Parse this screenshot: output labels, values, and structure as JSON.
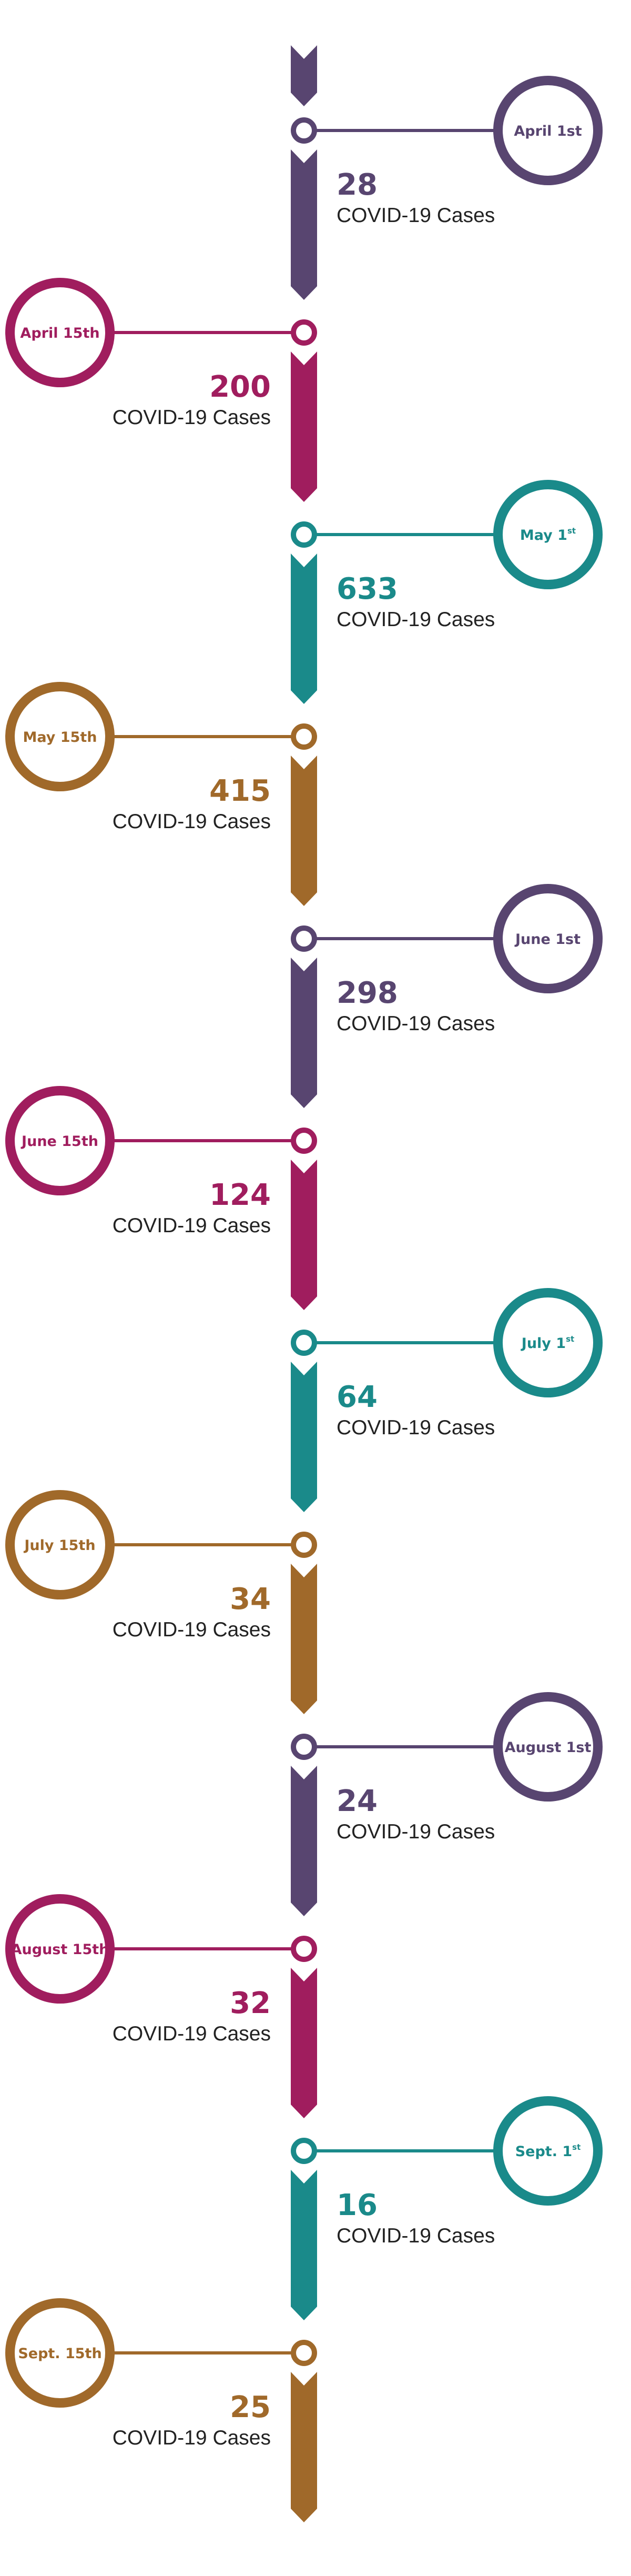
{
  "colors": {
    "purple": "#584570",
    "magenta": "#a01d5e",
    "teal": "#1a8a8a",
    "brown": "#a0692a"
  },
  "timeline": [
    {
      "date": "April 1st",
      "sup": "",
      "count": "28",
      "label": "COVID-19 Cases",
      "color": "purple"
    },
    {
      "date": "April 15th",
      "sup": "",
      "count": "200",
      "label": "COVID-19 Cases",
      "color": "magenta"
    },
    {
      "date": "May 1",
      "sup": "st",
      "count": "633",
      "label": "COVID-19 Cases",
      "color": "teal"
    },
    {
      "date": "May 15th",
      "sup": "",
      "count": "415",
      "label": "COVID-19 Cases",
      "color": "brown"
    },
    {
      "date": "June 1st",
      "sup": "",
      "count": "298",
      "label": "COVID-19 Cases",
      "color": "purple"
    },
    {
      "date": "June 15th",
      "sup": "",
      "count": "124",
      "label": "COVID-19 Cases",
      "color": "magenta"
    },
    {
      "date": "July 1",
      "sup": "st",
      "count": "64",
      "label": "COVID-19 Cases",
      "color": "teal"
    },
    {
      "date": "July 15th",
      "sup": "",
      "count": "34",
      "label": "COVID-19 Cases",
      "color": "brown"
    },
    {
      "date": "August 1st",
      "sup": "",
      "count": "24",
      "label": "COVID-19 Cases",
      "color": "purple"
    },
    {
      "date": "August 15th",
      "sup": "",
      "count": "32",
      "label": "COVID-19 Cases",
      "color": "magenta"
    },
    {
      "date": "Sept. 1",
      "sup": "st",
      "count": "16",
      "label": "COVID-19 Cases",
      "color": "teal"
    },
    {
      "date": "Sept. 15th",
      "sup": "",
      "count": "25",
      "label": "COVID-19 Cases",
      "color": "brown"
    }
  ]
}
